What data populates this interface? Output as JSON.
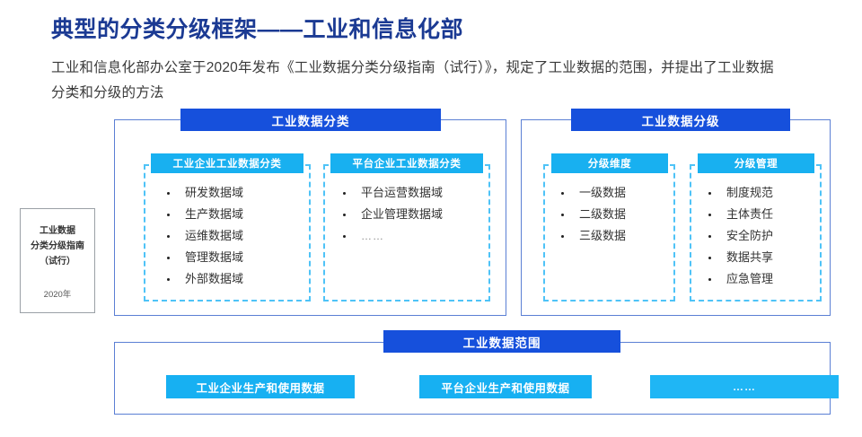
{
  "header": {
    "title": "典型的分类分级框架——工业和信息化部",
    "subtitle": "工业和信息化部办公室于2020年发布《工业数据分类分级指南（试行）》，规定了工业数据的范围，并提出了工业数据分类和分级的方法",
    "title_color": "#1b3a93"
  },
  "doc_card": {
    "line1": "工业数据",
    "line2": "分类分级指南",
    "line3": "（试行）",
    "year": "2020年"
  },
  "colors": {
    "primary_blue": "#1650dc",
    "light_blue": "#18b0f0",
    "dashed_blue": "#4fc3f7",
    "panel_border": "#5b7fd4"
  },
  "panels": {
    "classification": {
      "header": "工业数据分类",
      "cards": [
        {
          "header": "工业企业工业数据分类",
          "items": [
            "研发数据域",
            "生产数据域",
            "运维数据域",
            "管理数据域",
            "外部数据域"
          ]
        },
        {
          "header": "平台企业工业数据分类",
          "items": [
            "平台运营数据域",
            "企业管理数据域",
            "……"
          ]
        }
      ]
    },
    "grading": {
      "header": "工业数据分级",
      "cards": [
        {
          "header": "分级维度",
          "items": [
            "一级数据",
            "二级数据",
            "三级数据"
          ]
        },
        {
          "header": "分级管理",
          "items": [
            "制度规范",
            "主体责任",
            "安全防护",
            "数据共享",
            "应急管理"
          ]
        }
      ]
    },
    "scope": {
      "header": "工业数据范围",
      "boxes": [
        "工业企业生产和使用数据",
        "平台企业生产和使用数据",
        "……"
      ]
    }
  }
}
